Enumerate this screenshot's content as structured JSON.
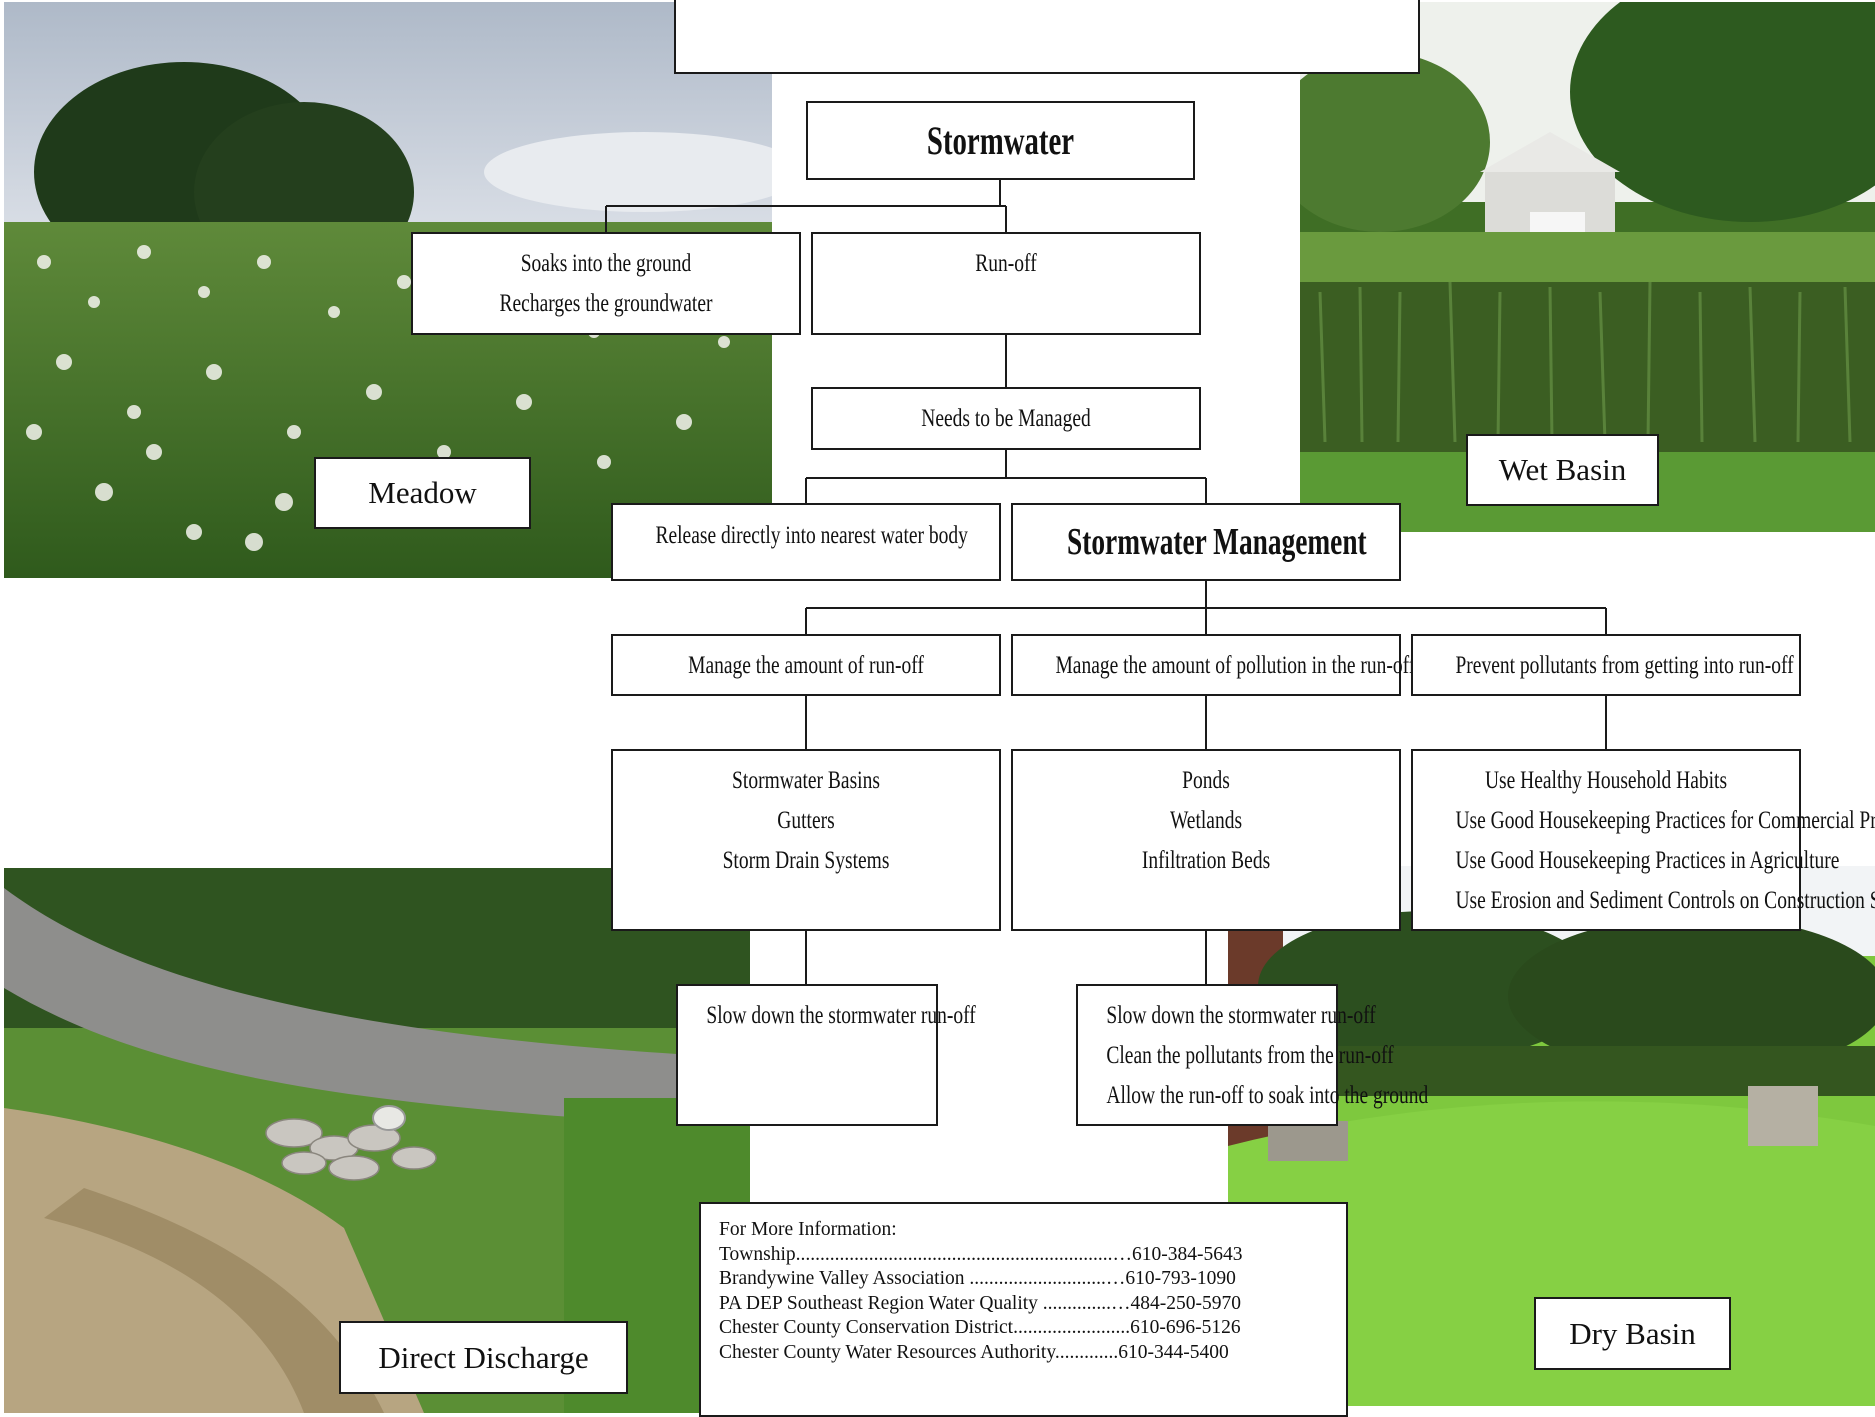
{
  "colors": {
    "sky": "#c9d1dc",
    "grass": "#4e8a2e",
    "bright_grass": "#7cc63c",
    "tree": "#23421c",
    "gravel": "#8d8d8d",
    "box_border": "#1a1a1a"
  },
  "photos": {
    "meadow": "Meadow",
    "wet_basin": "Wet Basin",
    "direct_discharge": "Direct Discharge",
    "dry_basin": "Dry Basin"
  },
  "flow": {
    "stormwater": "Stormwater",
    "soaks": [
      "Soaks into the ground",
      "Recharges the groundwater"
    ],
    "runoff": "Run-off",
    "needs_managed": "Needs to be Managed",
    "release": "Release directly into nearest water body",
    "management": "Stormwater Management",
    "branches": [
      {
        "heading": "Manage the amount of run-off",
        "items": [
          "Stormwater Basins",
          "Gutters",
          "Storm Drain Systems"
        ],
        "results": [
          "Slow down the stormwater run-off"
        ]
      },
      {
        "heading": "Manage the amount of pollution in the run-off",
        "items": [
          "Ponds",
          "Wetlands",
          "Infiltration Beds"
        ],
        "results": [
          "Slow down the stormwater run-off",
          "Clean the pollutants from the run-off",
          "Allow the run-off to soak into the ground"
        ]
      },
      {
        "heading": "Prevent pollutants from getting into run-off",
        "items": [
          "Use Healthy Household Habits",
          "Use Good Housekeeping Practices for Commercial Properties",
          "Use Good Housekeeping Practices in Agriculture",
          "Use Erosion and Sediment Controls on Construction Sites"
        ]
      }
    ]
  },
  "contacts": {
    "heading": "For More Information:",
    "rows": [
      "Township.................................................................…610-384-5643",
      "Brandywine Valley Association ............................…610-793-1090",
      "PA DEP Southeast Region Water Quality ..............…484-250-5970",
      "Chester County Conservation District........................610-696-5126",
      "Chester County Water Resources Authority.............610-344-5400"
    ]
  }
}
